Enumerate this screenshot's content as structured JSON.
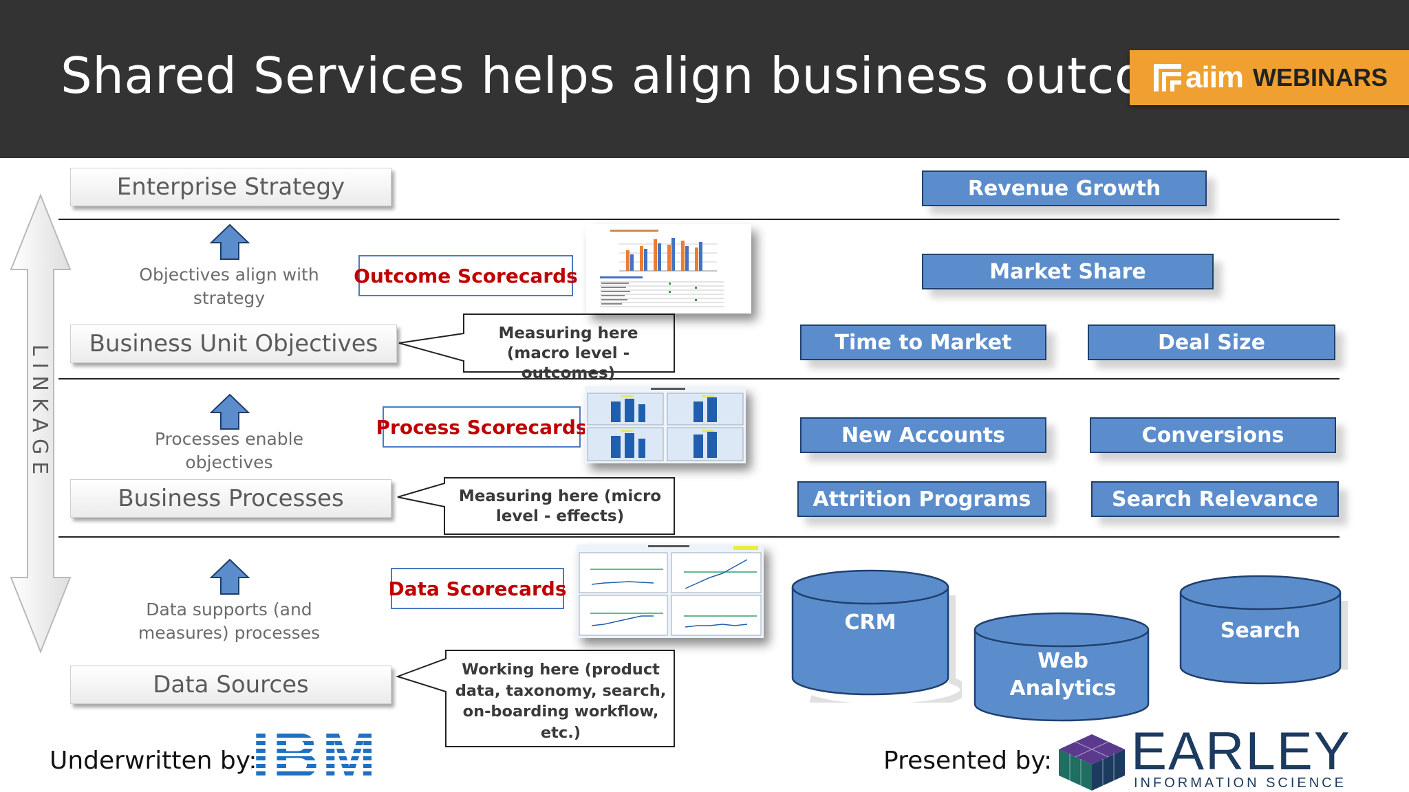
{
  "title": "Shared Services helps align business outcomes",
  "aiim": {
    "logo_text": "aiim",
    "suffix": "WEBINARS"
  },
  "linkage_label": "LINKAGE",
  "levels": {
    "enterprise": "Enterprise Strategy",
    "business_unit": "Business Unit Objectives",
    "processes": "Business Processes",
    "data_sources": "Data Sources"
  },
  "captions": {
    "objectives": "Objectives align with strategy",
    "processes": "Processes enable objectives",
    "data": "Data supports (and measures) processes"
  },
  "scorecards": {
    "outcome": "Outcome Scorecards",
    "process": "Process Scorecards",
    "data": "Data Scorecards"
  },
  "callouts": {
    "macro": "Measuring here (macro level - outcomes)",
    "micro": "Measuring here (micro level - effects)",
    "working": "Working here (product data, taxonomy, search, on-boarding workflow, etc.)"
  },
  "metrics": {
    "revenue_growth": "Revenue Growth",
    "market_share": "Market Share",
    "time_to_market": "Time to Market",
    "deal_size": "Deal Size",
    "new_accounts": "New Accounts",
    "conversions": "Conversions",
    "attrition_programs": "Attrition Programs",
    "search_relevance": "Search Relevance"
  },
  "data_stores": {
    "crm": "CRM",
    "web_analytics": "Web Analytics",
    "search": "Search"
  },
  "footer": {
    "underwritten_label": "Underwritten by:",
    "ibm": "IBM",
    "presented_label": "Presented by:",
    "earley_name": "EARLEY",
    "earley_tagline": "INFORMATION SCIENCE"
  },
  "colors": {
    "header_bg": "#333333",
    "aiim_orange": "#f0a030",
    "metric_blue": "#5b8dcd",
    "scorecard_red": "#c00000",
    "ibm_blue": "#1f70c1",
    "earley_navy": "#1d3a5f"
  }
}
